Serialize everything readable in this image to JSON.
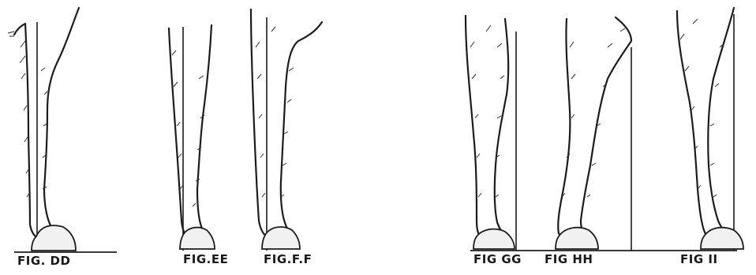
{
  "figures": [
    {
      "id": "dd",
      "label": "FIG. DD"
    },
    {
      "id": "ee",
      "label": "FIG.EE"
    },
    {
      "id": "ff",
      "label": "FIG.F.F"
    },
    {
      "id": "gg",
      "label": "FIG GG"
    },
    {
      "id": "hh",
      "label": "FIG HH"
    },
    {
      "id": "ii",
      "label": "FIG II"
    }
  ]
}
